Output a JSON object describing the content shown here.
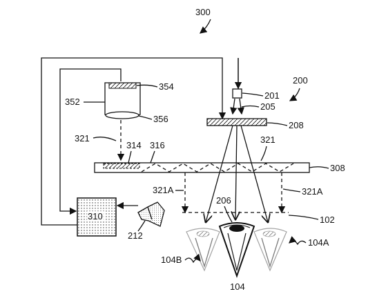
{
  "labels": {
    "fig": "300",
    "l354": "354",
    "l352": "352",
    "l356": "356",
    "l201": "201",
    "l200": "200",
    "l205": "205",
    "l208": "208",
    "l321a": "321",
    "l314": "314",
    "l316": "316",
    "l321b": "321",
    "l308": "308",
    "l321A_left": "321A",
    "l321A_right": "321A",
    "l310": "310",
    "l206": "206",
    "l102": "102",
    "l212": "212",
    "l104A": "104A",
    "l104B": "104B",
    "l104": "104"
  }
}
